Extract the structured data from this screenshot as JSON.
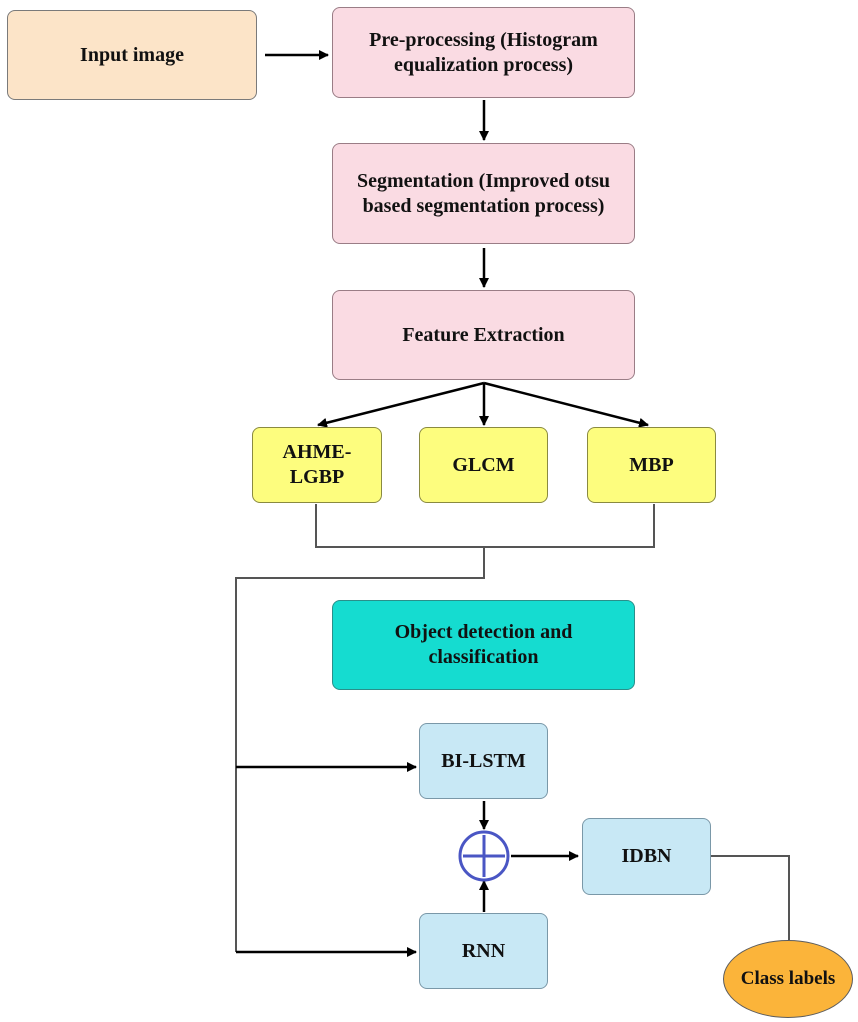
{
  "colors": {
    "input": "#fce4c8",
    "process": "#fadbe3",
    "feature": "#fdfd7e",
    "detection": "#15dcd0",
    "model": "#c8e8f5",
    "output": "#fbb43a",
    "combiner": "#4a56c4",
    "line": "#000000"
  },
  "nodes": {
    "input_image": "Input image",
    "preprocessing": "Pre-processing (Histogram equalization process)",
    "segmentation": "Segmentation (Improved otsu based segmentation process)",
    "feature_extraction": "Feature Extraction",
    "ahme_lgbp": "AHME-LGBP",
    "glcm": "GLCM",
    "mbp": "MBP",
    "object_detection": "Object detection and classification",
    "bi_lstm": "BI-LSTM",
    "rnn": "RNN",
    "idbn": "IDBN",
    "class_labels": "Class labels"
  },
  "combiner_icon": "circled-plus-icon"
}
